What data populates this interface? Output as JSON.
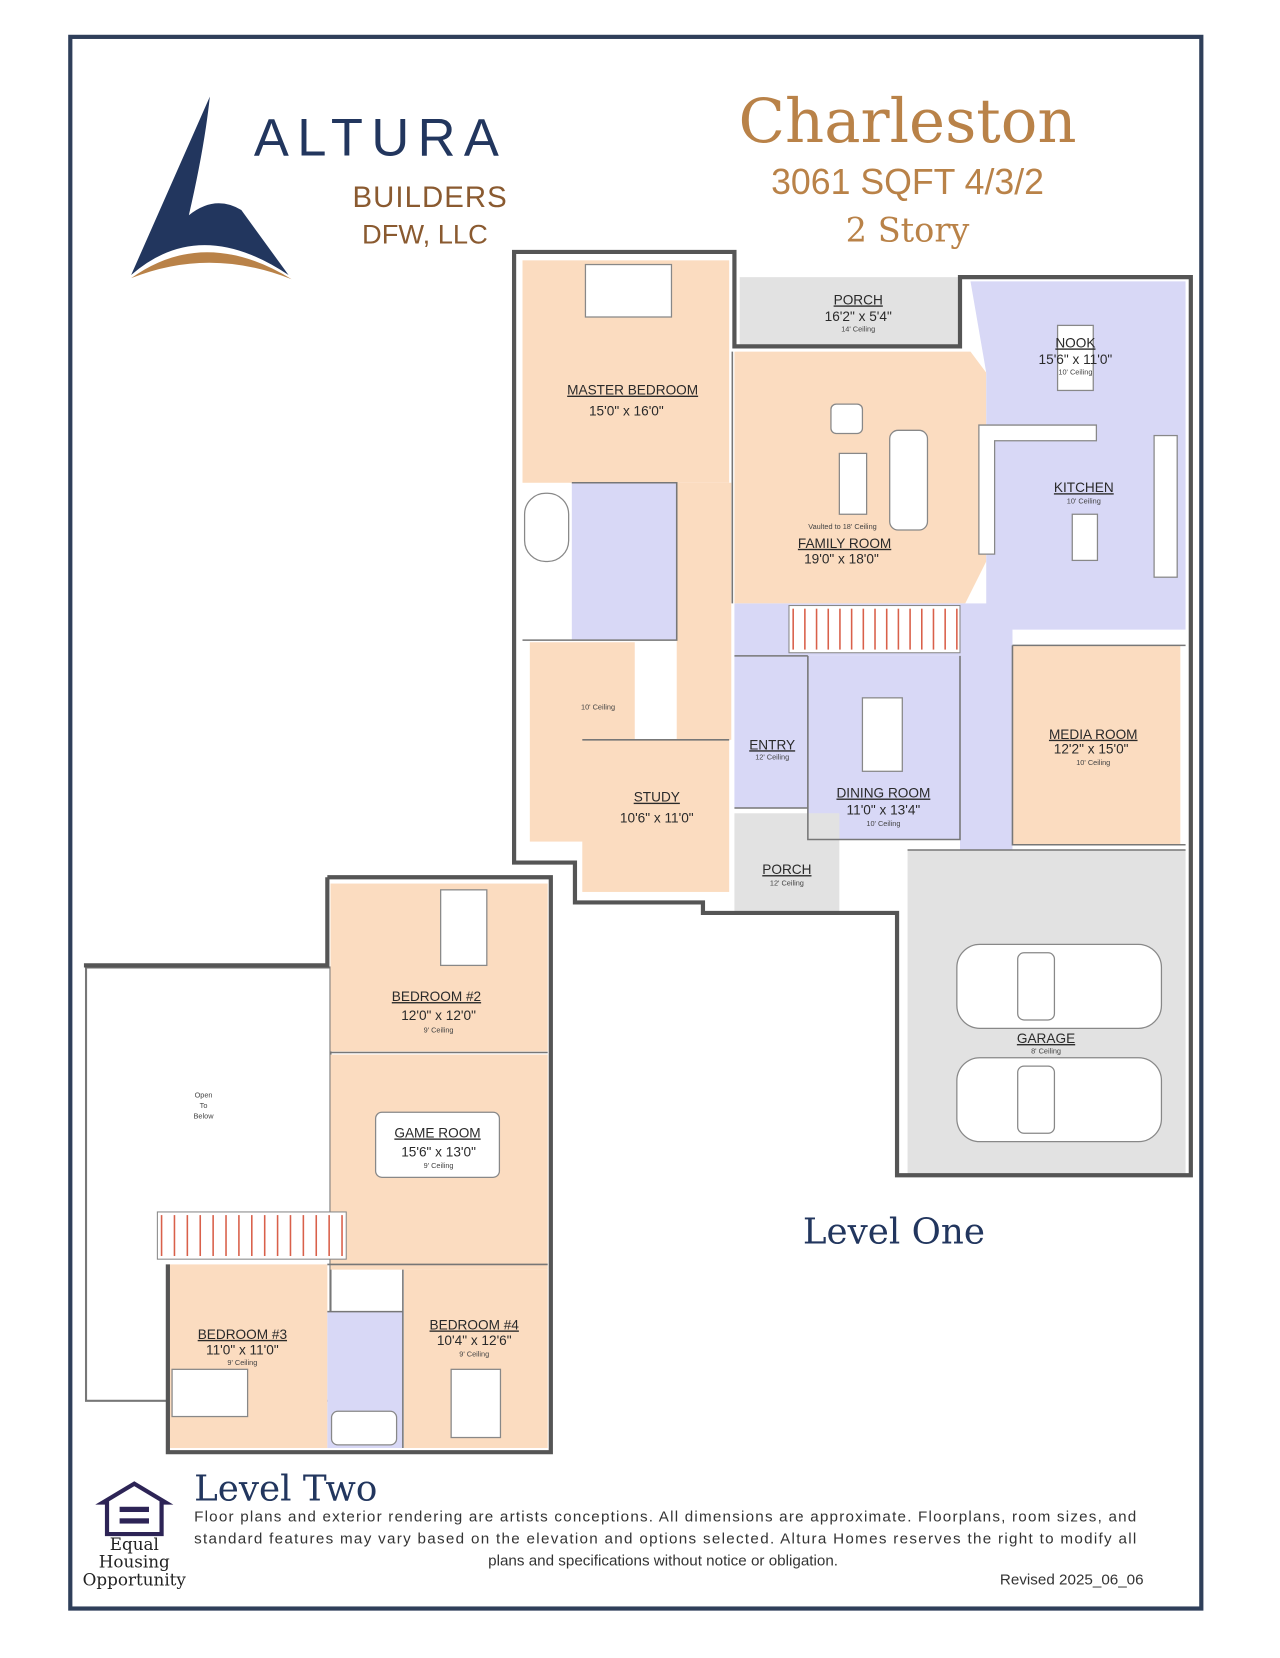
{
  "brand": {
    "logo_word": "ALTURA",
    "line2": "BUILDERS",
    "line3": "DFW, LLC"
  },
  "plan": {
    "name": "Charleston",
    "specs": "3061 SQFT 4/3/2",
    "stories": "2 Story"
  },
  "colors": {
    "navy": "#22365e",
    "gold": "#b98248",
    "peach": "#fbdcc0",
    "lavender": "#d8d8f6",
    "gray": "#e2e2e2",
    "stair_red": "#d9604a"
  },
  "level_one": {
    "label": "Level One",
    "rooms": [
      {
        "name": "PORCH",
        "size": "16'2\" x 5'4\"",
        "ceiling": "14' Ceiling"
      },
      {
        "name": "NOOK",
        "size": "15'6\" x 11'0\"",
        "ceiling": "10' Ceiling"
      },
      {
        "name": "MASTER BEDROOM",
        "size": "15'0\" x 16'0\""
      },
      {
        "name": "KITCHEN",
        "ceiling": "10' Ceiling"
      },
      {
        "name": "FAMILY ROOM",
        "size": "19'0\" x 18'0\"",
        "ceiling": "Vaulted to 18' Ceiling"
      },
      {
        "name": "ENTRY",
        "ceiling": "12' Ceiling"
      },
      {
        "name": "DINING ROOM",
        "size": "11'0\" x 13'4\"",
        "ceiling": "10' Ceiling"
      },
      {
        "name": "MEDIA ROOM",
        "size": "12'2\" x 15'0\"",
        "ceiling": "10' Ceiling"
      },
      {
        "name": "STUDY",
        "size": "10'6\" x 11'0\""
      },
      {
        "name": "PORCH",
        "ceiling": "12' Ceiling"
      },
      {
        "name": "GARAGE",
        "ceiling": "8' Ceiling"
      }
    ],
    "closet_ceiling": "10' Ceiling"
  },
  "level_two": {
    "label": "Level Two",
    "open_to_below": [
      "Open",
      "To",
      "Below"
    ],
    "rooms": [
      {
        "name": "BEDROOM #2",
        "size": "12'0\" x 12'0\"",
        "ceiling": "9' Ceiling"
      },
      {
        "name": "GAME ROOM",
        "size": "15'6\" x 13'0\"",
        "ceiling": "9' Ceiling"
      },
      {
        "name": "BEDROOM #3",
        "size": "11'0\" x 11'0\"",
        "ceiling": "9' Ceiling"
      },
      {
        "name": "BEDROOM #4",
        "size": "10'4\" x 12'6\"",
        "ceiling": "9' Ceiling"
      }
    ]
  },
  "eho": {
    "lines": [
      "Equal",
      "Housing",
      "Opportunity"
    ]
  },
  "disclaimer": [
    "Floor plans and exterior rendering are artists conceptions. All dimensions are approximate. Floorplans, room sizes, and",
    "standard features may vary based on the elevation and options selected. Altura Homes reserves the right to modify all",
    "plans and specifications without notice or obligation."
  ],
  "revised": "Revised 2025_06_06"
}
